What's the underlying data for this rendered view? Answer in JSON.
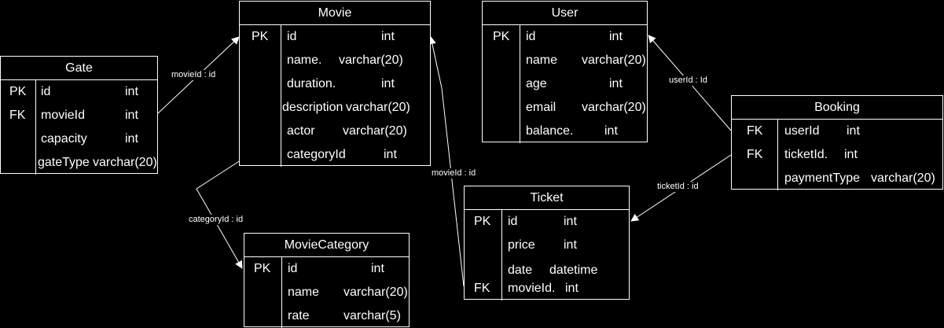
{
  "tables": {
    "movie": {
      "title": "Movie",
      "rows": [
        {
          "key": "PK",
          "name": "id",
          "type": "int"
        },
        {
          "key": "",
          "name": "name.",
          "type": "varchar(20)"
        },
        {
          "key": "",
          "name": "duration.",
          "type": "int"
        },
        {
          "key": "",
          "name": "description",
          "type": "varchar(20)"
        },
        {
          "key": "",
          "name": "actor",
          "type": "varchar(20)"
        },
        {
          "key": "",
          "name": "categoryId",
          "type": "int"
        }
      ]
    },
    "user": {
      "title": "User",
      "rows": [
        {
          "key": "PK",
          "name": "id",
          "type": "int"
        },
        {
          "key": "",
          "name": "name",
          "type": "varchar(20)"
        },
        {
          "key": "",
          "name": "age",
          "type": "int"
        },
        {
          "key": "",
          "name": "email",
          "type": "varchar(20)"
        },
        {
          "key": "",
          "name": "balance.",
          "type": "int"
        }
      ]
    },
    "gate": {
      "title": "Gate",
      "rows": [
        {
          "key": "PK",
          "name": "id",
          "type": "int"
        },
        {
          "key": "FK",
          "name": "movieId",
          "type": "int"
        },
        {
          "key": "",
          "name": "capacity",
          "type": "int"
        },
        {
          "key": "",
          "name": "gateType",
          "type": "varchar(20)"
        }
      ]
    },
    "booking": {
      "title": "Booking",
      "rows": [
        {
          "key": "FK",
          "name": "userId",
          "type": "int"
        },
        {
          "key": "FK",
          "name": "ticketId.",
          "type": "int"
        },
        {
          "key": "",
          "name": "paymentType",
          "type": "varchar(20)"
        }
      ]
    },
    "ticket": {
      "title": "Ticket",
      "rows": [
        {
          "key": "PK",
          "name": "id",
          "type": "int"
        },
        {
          "key": "",
          "name": "price",
          "type": "int"
        },
        {
          "key": "",
          "name": "date",
          "type": "datetime"
        },
        {
          "key": "FK",
          "name": "movieId.",
          "type": "int"
        }
      ]
    },
    "moviecategory": {
      "title": "MovieCategory",
      "rows": [
        {
          "key": "PK",
          "name": "id",
          "type": "int"
        },
        {
          "key": "",
          "name": "name",
          "type": "varchar(20)"
        },
        {
          "key": "",
          "name": "rate",
          "type": "varchar(5)"
        }
      ]
    }
  },
  "relations": {
    "gate_movie": "movieId : id",
    "movie_category": "categoryId : id",
    "ticket_movie": "movieId : id",
    "booking_user": "userId : Id",
    "booking_ticket": "ticketId : id"
  },
  "colors": {
    "background": "#000000",
    "line": "#ffffff",
    "text": "#ffffff"
  }
}
